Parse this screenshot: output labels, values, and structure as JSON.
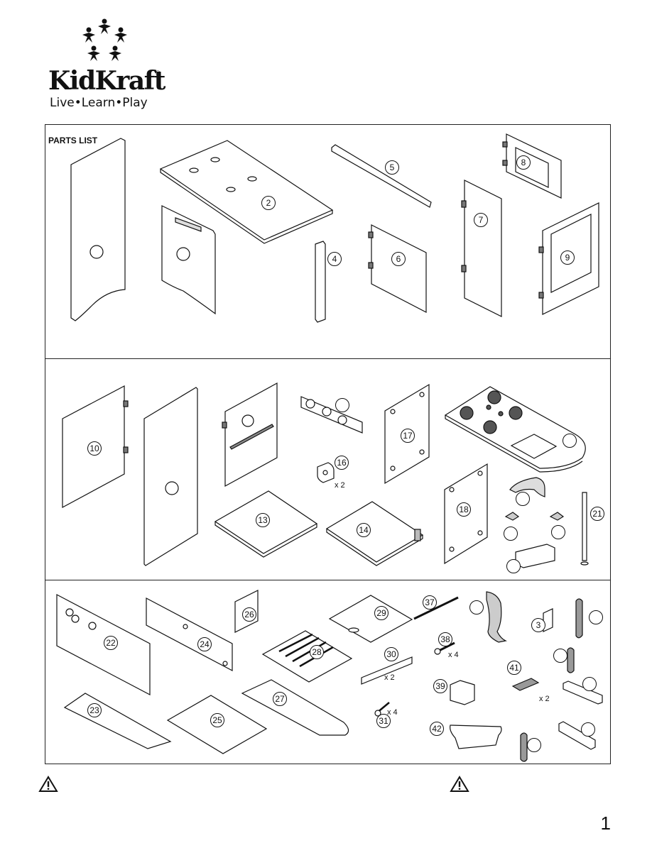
{
  "brand": {
    "name": "KidKraft",
    "registered": "®",
    "tagline": "Live•Learn•Play"
  },
  "parts_list": {
    "title": "PARTS LIST"
  },
  "part_labels": {
    "p2": "2",
    "p4": "4",
    "p5": "5",
    "p6": "6",
    "p7": "7",
    "p8": "8",
    "p9": "9",
    "p10": "10",
    "p13": "13",
    "p14": "14",
    "p16": "16",
    "p17": "17",
    "p18": "18",
    "p21": "21",
    "p22": "22",
    "p23": "23",
    "p24": "24",
    "p25": "25",
    "p26": "26",
    "p27": "27",
    "p28": "28",
    "p29": "29",
    "p30": "30",
    "p31": "31",
    "p37": "37",
    "p38": "38",
    "p39": "39",
    "p41": "41",
    "p42": "42",
    "p3": "3"
  },
  "quantities": {
    "q16": "x 2",
    "q30": "x 2",
    "q31": "x 4",
    "q38": "x 4",
    "q41": "x 2"
  },
  "page_number": "1"
}
